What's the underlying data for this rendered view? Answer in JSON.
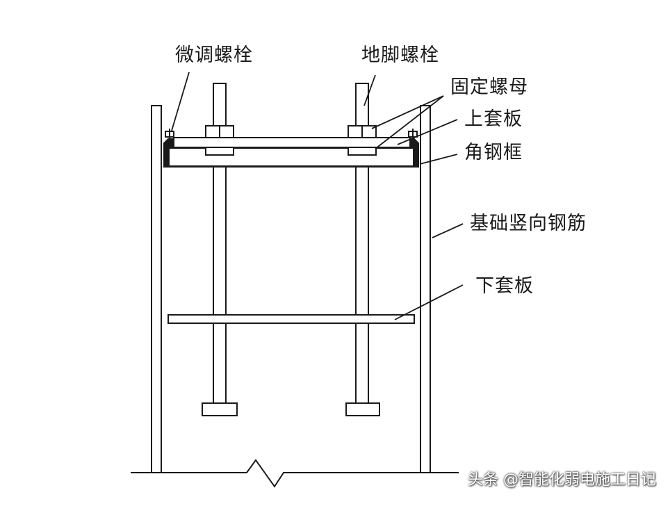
{
  "labels": {
    "fine_bolt": "微调螺栓",
    "anchor_bolt": "地脚螺栓",
    "fixing_nut": "固定螺母",
    "upper_plate": "上套板",
    "angle_frame": "角钢框",
    "rebar": "基础竖向钢筋",
    "lower_plate": "下套板"
  },
  "watermark": "头条 @智能化弱电施工日记",
  "colors": {
    "line": "#1a1a1a",
    "background": "#ffffff",
    "watermark_faint": "#e4e8ef"
  }
}
